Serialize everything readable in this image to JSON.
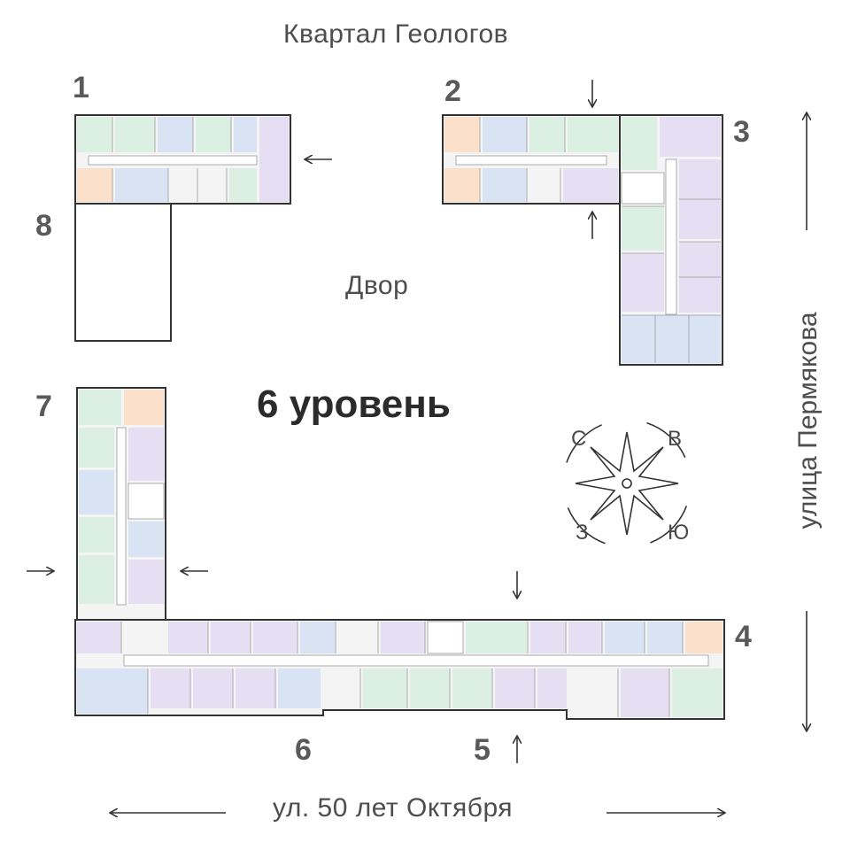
{
  "title": "6 уровень",
  "streets": {
    "top": "Квартал Геологов",
    "bottom": "ул. 50 лет Октября",
    "right": "улица Пермякова"
  },
  "courtyard": "Двор",
  "sections": [
    "1",
    "2",
    "3",
    "4",
    "5",
    "6",
    "7",
    "8"
  ],
  "compass": {
    "n": "С",
    "e": "В",
    "s": "Ю",
    "w": "З"
  },
  "unit_colors": {
    "green": "#dcefe3",
    "purple": "#e6def2",
    "blue": "#d8e4f4",
    "orange": "#fbe1cc",
    "outline": "#333333"
  }
}
